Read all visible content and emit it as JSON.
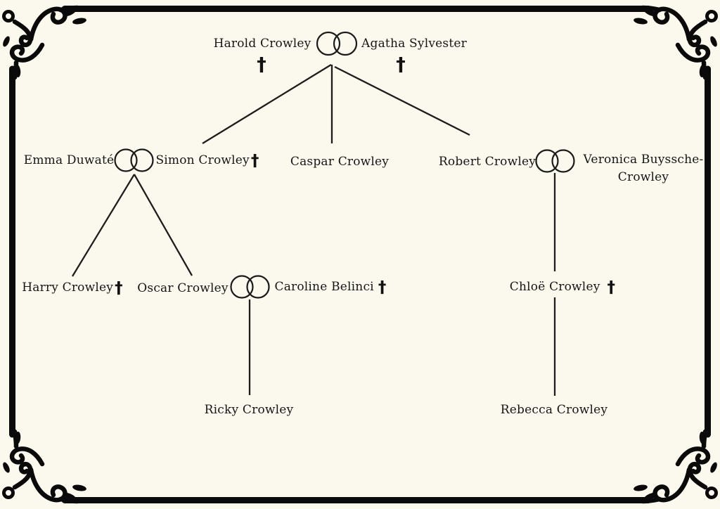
{
  "canvas": {
    "background_color": "#fbf8ee",
    "ink_color": "#121212",
    "border_style": "ornate-flourish-frame"
  },
  "symbols": {
    "deceased": "†",
    "marriage": "interlocking-rings"
  },
  "family_tree": {
    "members": {
      "harold": {
        "name": "Harold Crowley",
        "deceased": true
      },
      "agatha": {
        "name": "Agatha Sylvester",
        "deceased": true
      },
      "emma": {
        "name": "Emma Duwaté",
        "deceased": false
      },
      "simon": {
        "name": "Simon Crowley",
        "deceased": true
      },
      "caspar": {
        "name": "Caspar Crowley",
        "deceased": false
      },
      "robert": {
        "name": "Robert Crowley",
        "deceased": false
      },
      "veronica": {
        "name": "Veronica Buyssche-Crowley",
        "deceased": false
      },
      "harry": {
        "name": "Harry Crowley",
        "deceased": true
      },
      "oscar": {
        "name": "Oscar Crowley",
        "deceased": false
      },
      "caroline": {
        "name": "Caroline Belinci",
        "deceased": true
      },
      "chloe": {
        "name": "Chloë Crowley",
        "deceased": true
      },
      "ricky": {
        "name": "Ricky Crowley",
        "deceased": false
      },
      "rebecca": {
        "name": "Rebecca Crowley",
        "deceased": false
      }
    },
    "marriages": [
      {
        "partners": [
          "harold",
          "agatha"
        ],
        "children": [
          "simon",
          "caspar",
          "robert"
        ]
      },
      {
        "partners": [
          "emma",
          "simon"
        ],
        "children": [
          "harry",
          "oscar"
        ]
      },
      {
        "partners": [
          "robert",
          "veronica"
        ],
        "children": [
          "chloe"
        ]
      },
      {
        "partners": [
          "oscar",
          "caroline"
        ],
        "children": [
          "ricky"
        ]
      }
    ],
    "single_parent_links": [
      {
        "parent": "chloe",
        "children": [
          "rebecca"
        ]
      }
    ]
  }
}
